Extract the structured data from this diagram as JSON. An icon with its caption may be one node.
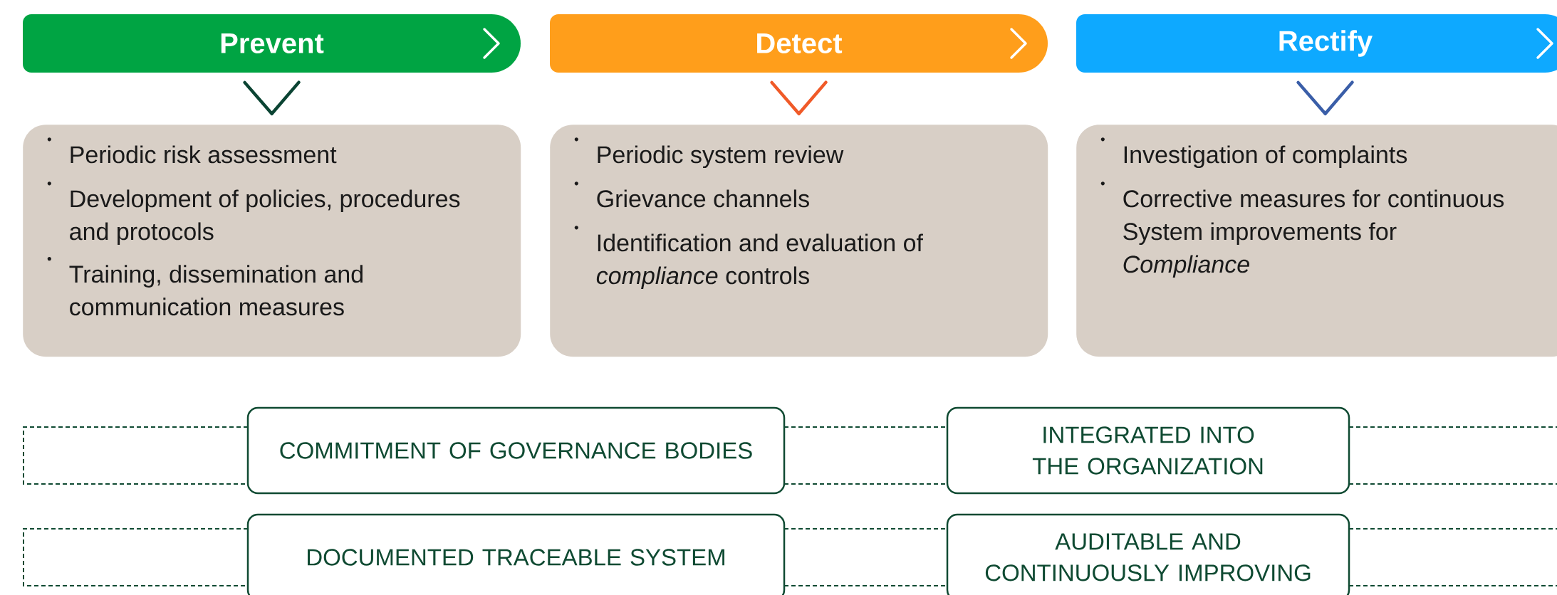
{
  "diagram": {
    "nodes": [
      {
        "text": [
          "Prevent"
        ]
      },
      {
        "text": [
          "Detect"
        ]
      },
      {
        "text": [
          "Rectify"
        ]
      },
      {
        "text": [
          "Periodic risk assessment",
          "Development of policies, procedures and protocols",
          "Training, dissemination and communication measures"
        ]
      },
      {
        "text": [
          "Periodic system review",
          "Grievance channels",
          "Identification and evaluation of *compliance* controls"
        ]
      },
      {
        "text": [
          "Investigation of complaints",
          "Corrective measures for continuous System improvements for *Compliance*"
        ]
      },
      {
        "text": [],
        "shape": "box"
      },
      {
        "text": [
          "COMMITMENT OF GOVERNANCE BODIES"
        ]
      },
      {
        "text": [
          "INTEGRATED INTO THE ORGANIZATION"
        ]
      },
      {
        "text": [],
        "shape": "box"
      },
      {
        "text": [
          "DOCUMENTED TRACEABLE SYSTEM"
        ]
      },
      {
        "text": [
          "AUDITABLE AND CONTINUOUSLY IMPROVING"
        ]
      }
    ],
    "edges": [
      {
        "from": 0,
        "to": 3,
        "arrow": "to",
        "color": "#0b4433"
      },
      {
        "from": 1,
        "to": 4,
        "arrow": "to",
        "color": "#f05a28"
      },
      {
        "from": 2,
        "to": 5,
        "arrow": "to",
        "color": "#3a5ea8"
      }
    ]
  }
}
